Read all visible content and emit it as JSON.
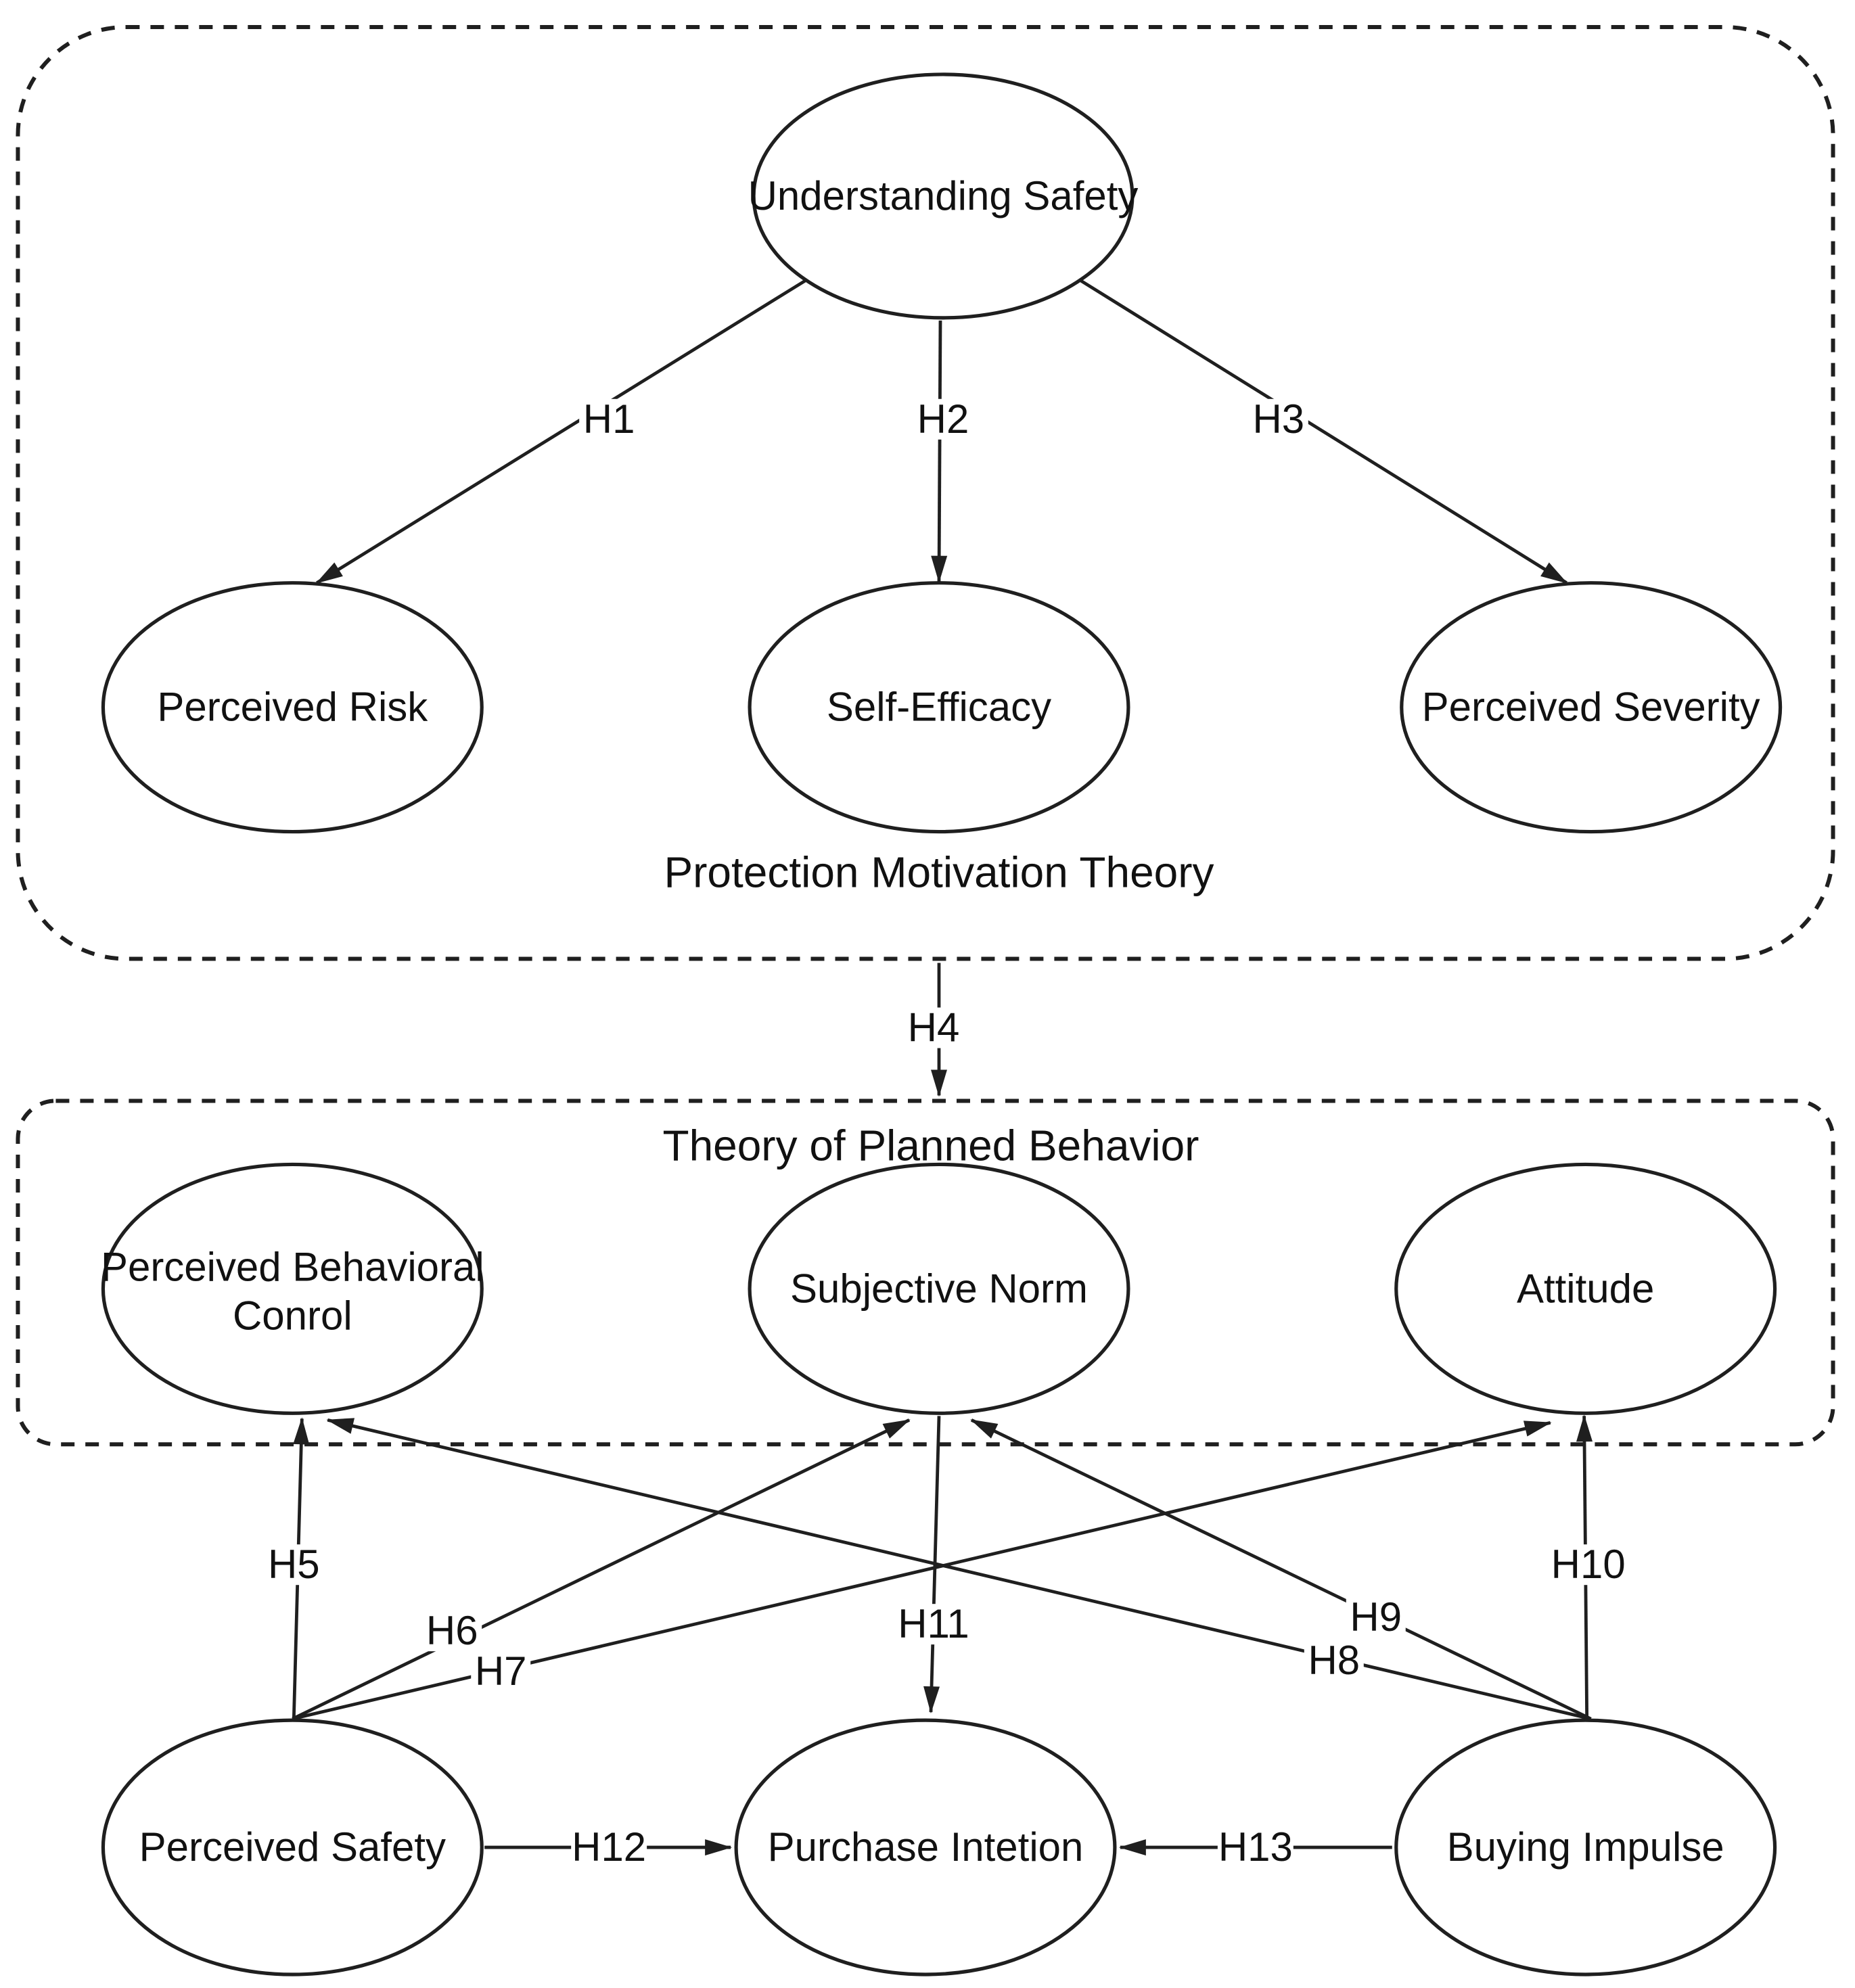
{
  "groups": [
    {
      "id": "pmt",
      "title": "Protection Motivation Theory"
    },
    {
      "id": "tpb",
      "title": "Theory of Planned Behavior"
    }
  ],
  "nodes": {
    "us": {
      "label": "Understanding Safety"
    },
    "pr": {
      "label": "Perceived Risk"
    },
    "se": {
      "label": "Self-Efficacy"
    },
    "psev": {
      "label": "Perceived Severity"
    },
    "pbc": {
      "label": "Perceived Behavioral Conrol",
      "label_lines": [
        "Perceived Behavioral",
        "Conrol"
      ]
    },
    "sn": {
      "label": "Subjective Norm"
    },
    "att": {
      "label": "Attitude"
    },
    "psafe": {
      "label": "Perceived Safety"
    },
    "pi": {
      "label": "Purchase Intetion"
    },
    "bi": {
      "label": "Buying Impulse"
    }
  },
  "edges": {
    "h1": {
      "label": "H1",
      "from": "Understanding Safety",
      "to": "Perceived Risk"
    },
    "h2": {
      "label": "H2",
      "from": "Understanding Safety",
      "to": "Self-Efficacy"
    },
    "h3": {
      "label": "H3",
      "from": "Understanding Safety",
      "to": "Perceived Severity"
    },
    "h4": {
      "label": "H4",
      "from": "Protection Motivation Theory",
      "to": "Theory of Planned Behavior"
    },
    "h5": {
      "label": "H5",
      "from": "Perceived Safety",
      "to": "Perceived Behavioral Conrol"
    },
    "h6": {
      "label": "H6",
      "from": "Perceived Safety",
      "to": "Subjective Norm"
    },
    "h7": {
      "label": "H7",
      "from": "Perceived Safety",
      "to": "Attitude"
    },
    "h8": {
      "label": "H8",
      "from": "Buying Impulse",
      "to": "Perceived Behavioral Conrol"
    },
    "h9": {
      "label": "H9",
      "from": "Buying Impulse",
      "to": "Subjective Norm"
    },
    "h10": {
      "label": "H10",
      "from": "Buying Impulse",
      "to": "Attitude"
    },
    "h11": {
      "label": "H11",
      "from": "Subjective Norm",
      "to": "Purchase Intetion"
    },
    "h12": {
      "label": "H12",
      "from": "Perceived Safety",
      "to": "Purchase Intetion"
    },
    "h13": {
      "label": "H13",
      "from": "Buying Impulse",
      "to": "Purchase Intetion"
    }
  },
  "colors": {
    "ink": "#1f1f1f",
    "background": "#ffffff"
  }
}
